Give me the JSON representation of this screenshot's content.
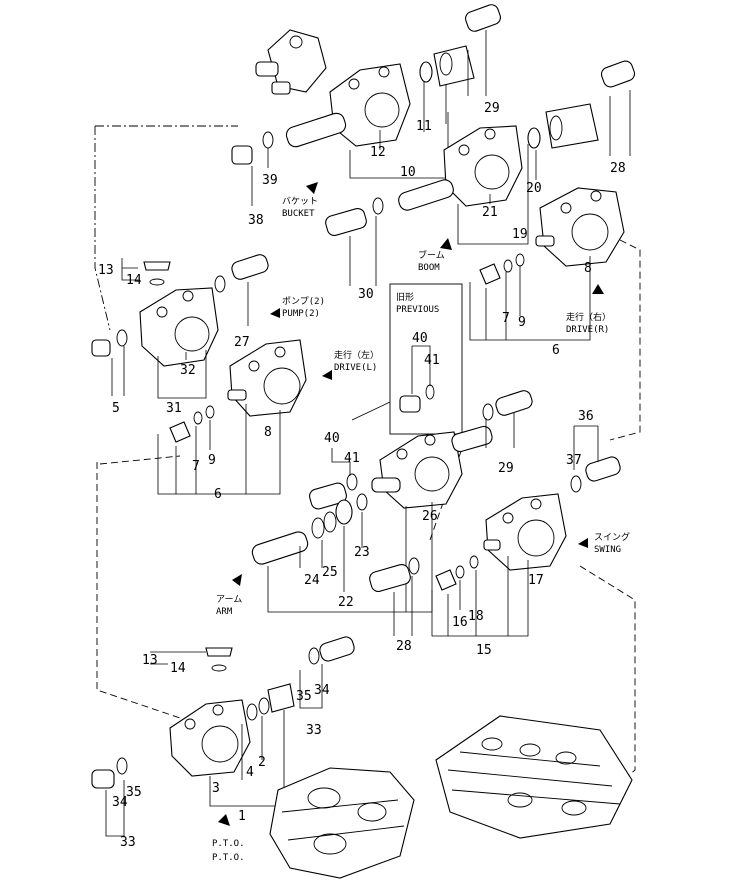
{
  "callouts": {
    "n1": "1",
    "n2": "2",
    "n3": "3",
    "n4": "4",
    "n5": "5",
    "n6a": "6",
    "n6b": "6",
    "n7a": "7",
    "n7b": "7",
    "n8a": "8",
    "n8b": "8",
    "n9a": "9",
    "n9b": "9",
    "n10": "10",
    "n11": "11",
    "n12": "12",
    "n13a": "13",
    "n13b": "13",
    "n14a": "14",
    "n14b": "14",
    "n15": "15",
    "n16": "16",
    "n17": "17",
    "n18": "18",
    "n19": "19",
    "n20": "20",
    "n21": "21",
    "n22": "22",
    "n23": "23",
    "n24": "24",
    "n25": "25",
    "n26": "26",
    "n27": "27",
    "n28a": "28",
    "n28b": "28",
    "n29a": "29",
    "n29b": "29",
    "n30": "30",
    "n31": "31",
    "n32": "32",
    "n33a": "33",
    "n33b": "33",
    "n34a": "34",
    "n34b": "34",
    "n35a": "35",
    "n35b": "35",
    "n36": "36",
    "n37": "37",
    "n38": "38",
    "n39": "39",
    "n40a": "40",
    "n40b": "40",
    "n41a": "41",
    "n41b": "41"
  },
  "captions": {
    "bucket_jp": "バケット",
    "bucket_en": "BUCKET",
    "boom_jp": "ブーム",
    "boom_en": "BOOM",
    "pump_jp": "ポンプ(2)",
    "pump_en": "PUMP(2)",
    "drive_l_jp": "走行（左）",
    "drive_l_en": "DRIVE(L)",
    "drive_r_jp": "走行（右）",
    "drive_r_en": "DRIVE(R)",
    "previous_jp": "旧形",
    "previous_en": "PREVIOUS",
    "arm_jp": "アーム",
    "arm_en": "ARM",
    "swing_jp": "スイング",
    "swing_en": "SWING",
    "pto_jp": "P.T.O.",
    "pto_en": "P.T.O."
  }
}
